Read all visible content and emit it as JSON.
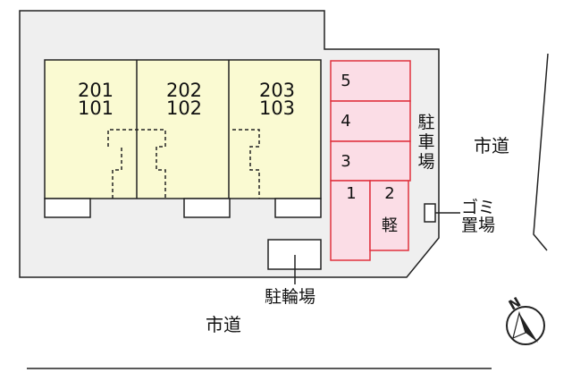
{
  "units": [
    {
      "upper": "201",
      "lower": "101"
    },
    {
      "upper": "202",
      "lower": "102"
    },
    {
      "upper": "203",
      "lower": "103"
    }
  ],
  "parking": {
    "label": "駐車場",
    "spaces": [
      "5",
      "4",
      "3",
      "1",
      "2"
    ],
    "kei_label": "軽"
  },
  "garbage": {
    "label": "ゴミ置場"
  },
  "bicycle": {
    "label": "駐輪場"
  },
  "roads": {
    "east": "市道",
    "south": "市道"
  },
  "colors": {
    "site": "#efefef",
    "building": "#fafad2",
    "parking_fill": "#fbdde6",
    "parking_border": "#e0323f",
    "line": "#222222"
  }
}
